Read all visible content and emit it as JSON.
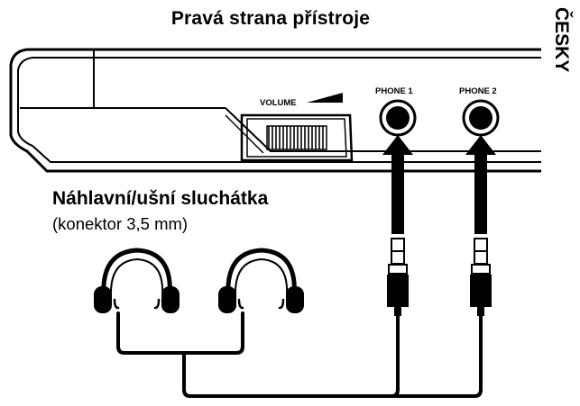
{
  "title": "Pravá strana přístroje",
  "language_tab": "ČESKY",
  "device": {
    "volume_label": "VOLUME",
    "port1_label": "PHONE 1",
    "port2_label": "PHONE 2"
  },
  "headphones": {
    "label": "Náhlavní/ušní sluchátka",
    "sublabel": "(konektor 3,5 mm)"
  },
  "colors": {
    "ink": "#000000",
    "background": "#ffffff"
  }
}
